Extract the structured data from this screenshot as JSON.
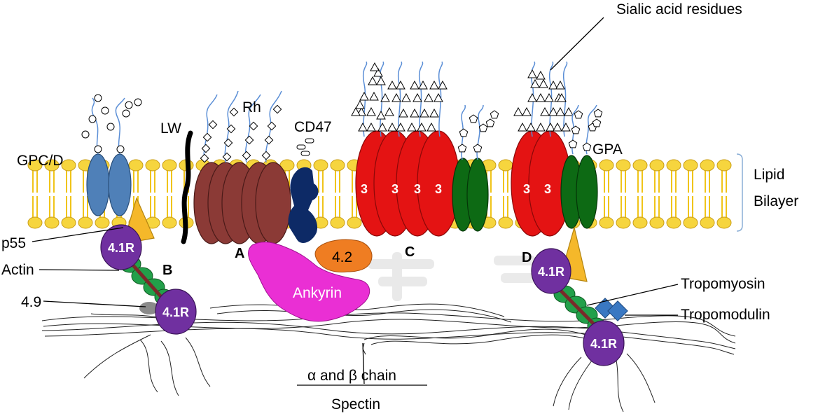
{
  "labels": {
    "sialic": "Sialic acid residues",
    "gpcd": "GPC/D",
    "lw": "LW",
    "rh": "Rh",
    "cd47": "CD47",
    "gpa": "GPA",
    "lipid_1": "Lipid",
    "lipid_2": "Bilayer",
    "p55": "p55",
    "actin": "Actin",
    "b49": "4.9",
    "tropomyosin": "Tropomyosin",
    "tropomodulin": "Tropomodulin",
    "chain": "α and β chain",
    "spectin": "Spectin",
    "ankyrin": "Ankyrin",
    "p42": "4.2",
    "r41": "4.1R",
    "band3": "3",
    "complex_a": "A",
    "complex_b": "B",
    "complex_c": "C",
    "complex_d": "D"
  },
  "colors": {
    "gpcd": "#4f80b8",
    "rh": "#8b3a36",
    "cd47": "#0d2a66",
    "band3": "#e41313",
    "gpa": "#0d6a14",
    "ankyrin": "#ea2fd4",
    "p42": "#ef7d22",
    "r41": "#7030a0",
    "actin": "#22a04a",
    "p55": "#f5b82a",
    "tropomodulin": "#3a78c2",
    "lipid_head": "#f6d53e"
  }
}
